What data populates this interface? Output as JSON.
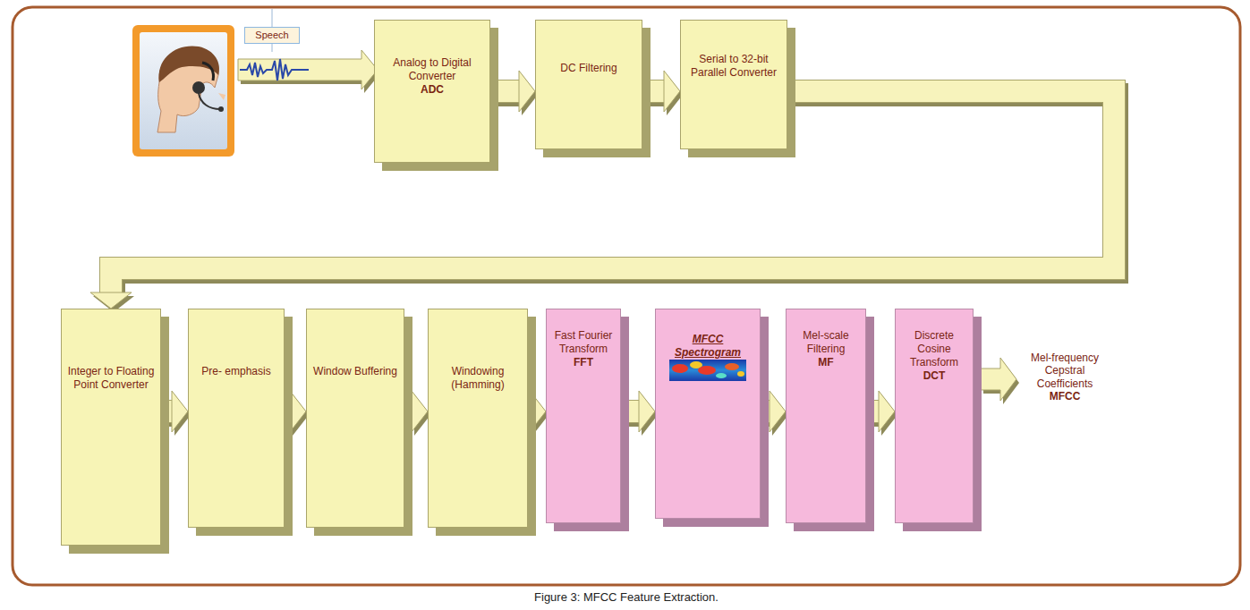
{
  "diagram": {
    "caption": "Figure 3: MFCC Feature Extraction.",
    "nodes": [
      {
        "text": [
          "Speech"
        ]
      },
      {
        "text": [
          "Analog to Digital Converter",
          "ADC"
        ]
      },
      {
        "text": [
          "DC Filtering"
        ]
      },
      {
        "text": [
          "Serial to 32-bit Parallel Converter"
        ]
      },
      {
        "text": [
          "Integer to Floating Point Converter"
        ]
      },
      {
        "text": [
          "Pre- emphasis"
        ]
      },
      {
        "text": [
          "Window Buffering"
        ]
      },
      {
        "text": [
          "Windowing (Hamming)"
        ]
      },
      {
        "text": [
          "Fast Fourier Transform",
          "FFT"
        ]
      },
      {
        "text": [
          "MFCC Spectrogram"
        ]
      },
      {
        "text": [
          "Mel-scale Filtering",
          "MF"
        ]
      },
      {
        "text": [
          "Discrete Cosine Transform",
          "DCT"
        ]
      }
    ],
    "edges": [
      {
        "from": 1,
        "to": 2,
        "arrow": "to"
      },
      {
        "from": 2,
        "to": 3,
        "arrow": "to"
      },
      {
        "from": 3,
        "to": 4,
        "arrow": "to"
      },
      {
        "from": 4,
        "to": 5,
        "arrow": "to"
      },
      {
        "from": 5,
        "to": 6,
        "arrow": "to"
      },
      {
        "from": 6,
        "to": 7,
        "arrow": "to"
      },
      {
        "from": 7,
        "to": 8,
        "arrow": "to"
      },
      {
        "from": 8,
        "to": 9,
        "arrow": "to"
      },
      {
        "from": 9,
        "to": 10,
        "arrow": "to"
      },
      {
        "from": 10,
        "to": 11,
        "arrow": "to"
      }
    ],
    "labels": [
      "Mel-frequency Cepstral Coefficients",
      "MFCC"
    ]
  }
}
